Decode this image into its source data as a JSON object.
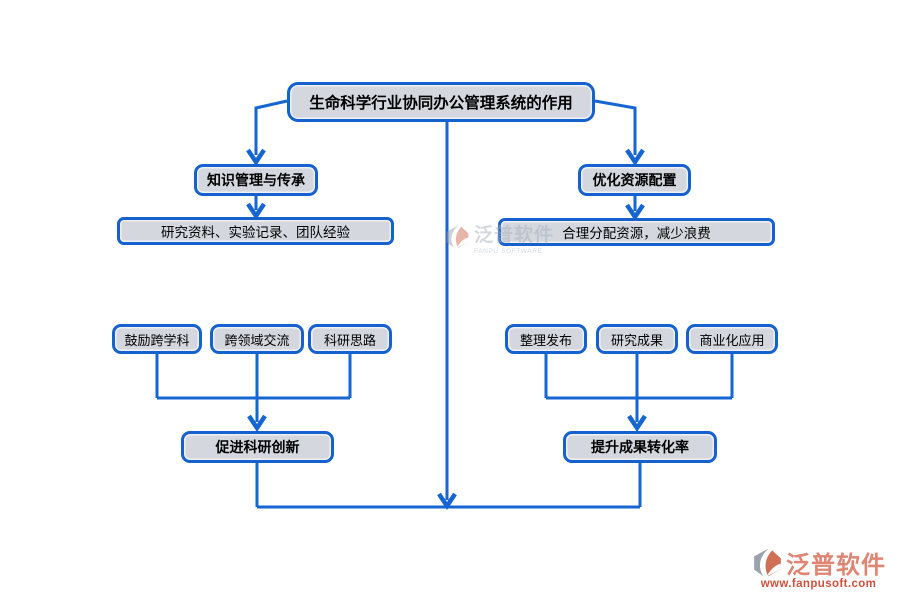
{
  "diagram": {
    "root": {
      "label": "生命科学行业协同办公管理系统的作用"
    },
    "left_branch": {
      "heading": "知识管理与传承",
      "detail": "研究资料、实验记录、团队经验",
      "items": [
        "鼓励跨学科",
        "跨领域交流",
        "科研思路"
      ],
      "outcome": "促进科研创新"
    },
    "right_branch": {
      "heading": "优化资源配置",
      "detail": "合理分配资源，减少浪费",
      "items": [
        "整理发布",
        "研究成果",
        "商业化应用"
      ],
      "outcome": "提升成果转化率"
    }
  },
  "watermark": {
    "brand": "泛普软件",
    "brand_en": "FANPU SOFTWARE"
  },
  "footer": {
    "brand": "泛普软件",
    "url": "www.fanpusoft.com"
  },
  "colors": {
    "line_blue": "#1565d2",
    "box_fill": "#d4d8de",
    "box_border": "#1561cf",
    "brand_salmon": "#de8673",
    "brand_red": "#d2513b"
  }
}
